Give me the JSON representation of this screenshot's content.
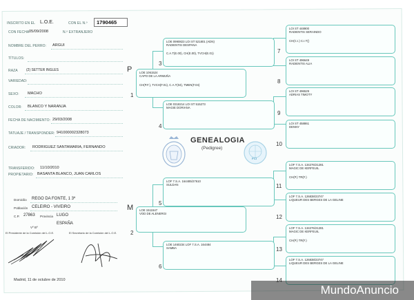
{
  "header": {
    "inscrito_label": "INSCRITO EN EL",
    "registry": "L.O.E.",
    "con_el_label": "CON EL N.º",
    "registration_number": "1790465",
    "fecha_label": "CON FECHA",
    "fecha": "05/09/2008",
    "extranjero_label": "N.º EXTRANJERO"
  },
  "fields": {
    "nombre_label": "NOMBRE DEL PERRO:",
    "nombre": "ARGUI",
    "titulos_label": "TÍTULOS:",
    "raza_label": "RAZA",
    "raza": "(2) SETTER INGLES",
    "variedad_label": "VARIEDAD:",
    "sexo_label": "SEXO:",
    "sexo": "MACHO",
    "color_label": "COLOR:",
    "color": "BLANCO Y NARANJA",
    "nacimiento_label": "FECHA DE NACIMIENTO:",
    "nacimiento": "29/03/2008",
    "tatuaje_label": "TATUAJE / TRANSPONDER:",
    "tatuaje": "941000002328073",
    "criador_label": "CRIADOR:",
    "criador": "RODRIGUEZ SANTAMARIA, FERNANDO",
    "transferido_label": "TRANSFERIDO:",
    "transferido": "11/10/2010",
    "propietario_label": "PROPIETARIO:",
    "propietario": "BASANTA BLANCO, JUAN CARLOS",
    "domicilio_label": "Domicilio",
    "domicilio": "REGO DA FONTE, 1 3º",
    "poblacion_label": "Población",
    "poblacion": "CELEIRO - VIVEIRO",
    "cp_label": "C.P.",
    "cp": "27863",
    "provincia_label": "Provincia",
    "provincia": "LUGO",
    "pais": "ESPAÑA",
    "vb": "Vº Bº",
    "presidente": "El Presidente de la Comisión del L.O.E.",
    "secretario": "El Secretario de la Comisión del L.O.E.",
    "madrid": "Madrid, 11 de octubre de 2010"
  },
  "genealogia": {
    "title": "GENEALOGIA",
    "subtitle": "(Pedigree)",
    "fci": "FCI",
    "p_letter": "P",
    "m_letter": "M"
  },
  "pedigree": {
    "p1": {
      "num": "1",
      "lines": [
        "LOE 1061524",
        "CAPO DE LA ARMUÑA",
        "",
        "CH(P.F.), TVCH(F.01), C.A.T(04), TMEN(F.04)"
      ]
    },
    "p2": {
      "num": "2",
      "lines": [
        "LOE 1511547",
        "VOD DE ALENERGI"
      ]
    },
    "p3": {
      "num": "3",
      "lines": [
        "LOE 0990823   LOI ST 521801 (ADN)",
        "RADIENTIS DESPANA",
        "",
        "C.A.T(E.00), CH(E.00), TVCH(E.01)"
      ]
    },
    "p4": {
      "num": "4",
      "lines": [
        "LOE 0318214   LOI ST 515273",
        "MAGIE DORIANA"
      ]
    },
    "p5": {
      "num": "5",
      "lines": [
        "LOF 7.S.A. 164485/27610",
        "SULDAN"
      ]
    },
    "p6": {
      "num": "6",
      "lines": [
        "LOE 1460234   LOF 7.S.A. 164484",
        "SAMBA"
      ]
    },
    "p7": {
      "num": "7",
      "lines": [
        "LOI ST 448900",
        "RADIENTIS SERAINDO",
        "",
        "CH(C.I.) C.I.T()"
      ]
    },
    "p8": {
      "num": "8",
      "lines": [
        "LOI ST 496649",
        "RADIENTIS ALIA"
      ]
    },
    "p9": {
      "num": "9",
      "lines": [
        "LOI ST 496529",
        "ADRIAS TIMOTY"
      ]
    },
    "p10": {
      "num": "10",
      "lines": [
        "LOI ST 458861",
        "DENNY"
      ]
    },
    "p11": {
      "num": "11",
      "lines": [
        "LOF 7.S.A. 134276/21281",
        "MAGIC DE KERFEUIL",
        "",
        "CH(P.) TR(F.)"
      ]
    },
    "p12": {
      "num": "12",
      "lines": [
        "LOF 7.S.A. 126838/23747",
        "LIQUEUR DES BERGES DE LA GELINE"
      ]
    },
    "p13": {
      "num": "13",
      "lines": [
        "LOF 7.S.A. 134276/21281",
        "MAGIC DE KERFEUIL",
        "",
        "CH(P.) TR(F.)"
      ]
    },
    "p14": {
      "num": "14",
      "lines": [
        "LOF 7.S.A. 126838/23747",
        "LIQUEUR DES BERGES DE LA GELINE"
      ]
    }
  },
  "watermark": "MundoAnuncio"
}
